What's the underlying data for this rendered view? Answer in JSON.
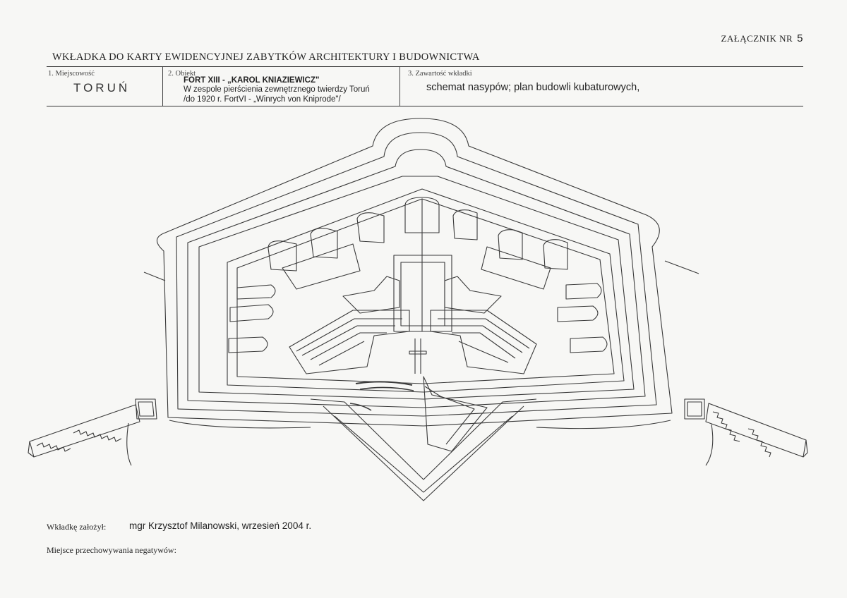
{
  "annex": {
    "label": "ZAŁĄCZNIK NR",
    "number": "5"
  },
  "document_title": "WKŁADKA DO KARTY EWIDENCYJNEJ ZABYTKÓW ARCHITEKTURY I BUDOWNICTWA",
  "header": {
    "locality": {
      "label": "1. Miejscowość",
      "value": "TORUŃ"
    },
    "object": {
      "label": "2. Obiekt",
      "name": "FORT XIII - „KAROL KNIAZIEWICZ\"",
      "line2": "W zespole pierścienia zewnętrznego twierdzy Toruń",
      "line3": "/do 1920 r. FortVI - „Winrych von Kniprode\"/"
    },
    "contents": {
      "label": "3. Zawartość wkładki",
      "value": "schemat nasypów; plan budowli kubaturowych,"
    }
  },
  "footer": {
    "created_by_label": "Wkładkę założył:",
    "created_by_value": "mgr Krzysztof Milanowski, wrzesień 2004 r.",
    "negatives_label": "Miejsce przechowywania negatywów:"
  },
  "colors": {
    "paper": "#f7f7f5",
    "ink": "#222222",
    "line": "#3a3a3a"
  }
}
